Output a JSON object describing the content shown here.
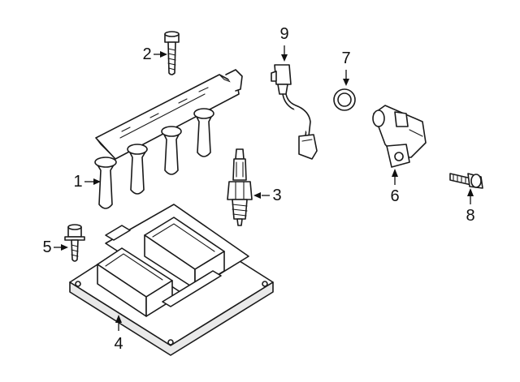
{
  "callouts": {
    "c1": "1",
    "c2": "2",
    "c3": "3",
    "c4": "4",
    "c5": "5",
    "c6": "6",
    "c7": "7",
    "c8": "8",
    "c9": "9"
  },
  "colors": {
    "line": "#1a1a1a",
    "background": "#ffffff",
    "shading": "#e9e9e9"
  }
}
